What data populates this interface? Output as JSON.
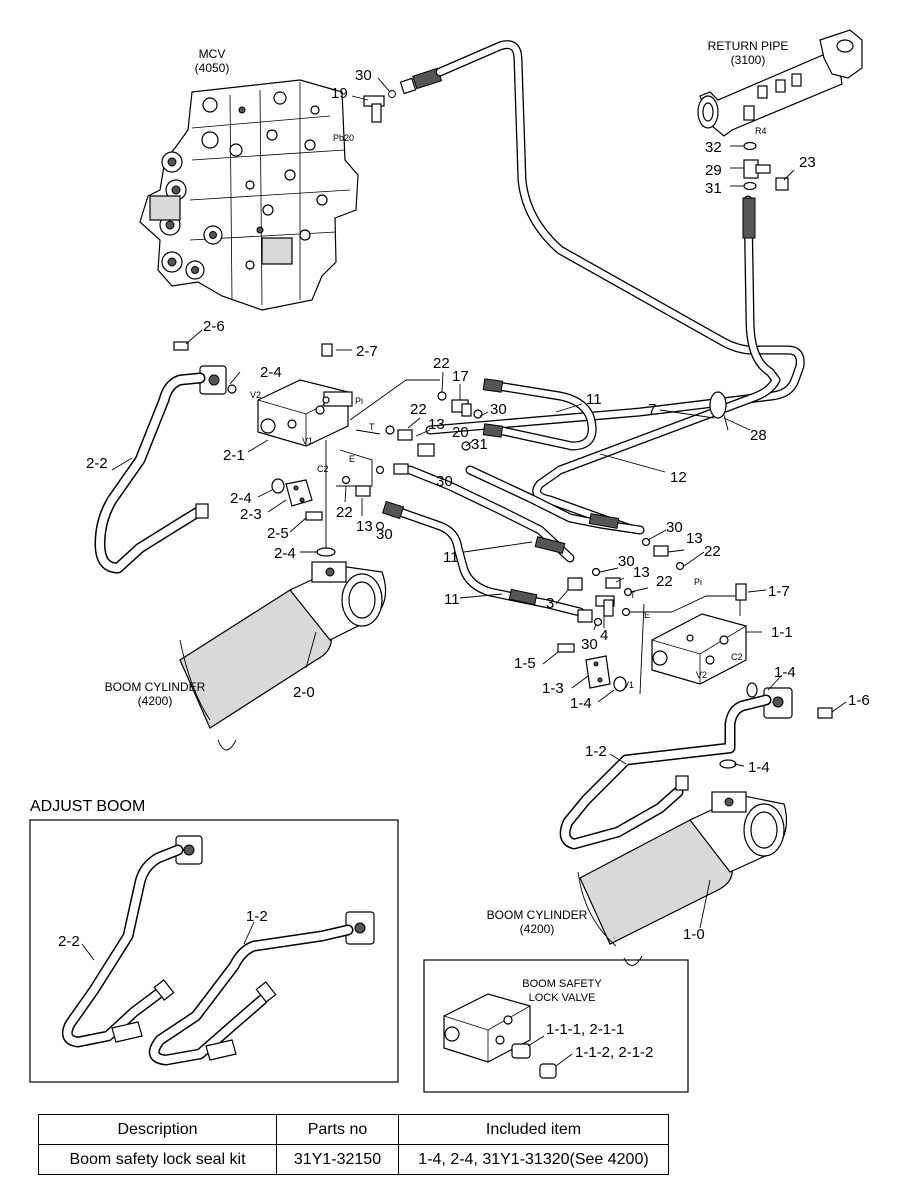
{
  "titles": {
    "mcv": "MCV",
    "mcv_ref": "(4050)",
    "return_pipe": "RETURN PIPE",
    "return_pipe_ref": "(3100)",
    "boom_cylinder_left": "BOOM CYLINDER",
    "boom_cylinder_left_ref": "(4200)",
    "boom_cylinder_right": "BOOM CYLINDER",
    "boom_cylinder_right_ref": "(4200)",
    "adjust_boom": "ADJUST BOOM",
    "safety_valve_line1": "BOOM SAFETY",
    "safety_valve_line2": "LOCK VALVE"
  },
  "ports": {
    "pb20": "Pb20",
    "r4": "R4",
    "v2_upper": "V2",
    "v1_upper": "V1",
    "pi_upper": "Pi",
    "t_upper": "T",
    "c2_upper": "C2",
    "e_upper": "E",
    "pi_lower": "Pi",
    "t_lower": "T",
    "e_lower": "E",
    "v1_lower": "V1",
    "c2_lower": "C2",
    "v2_lower": "V2"
  },
  "callouts": {
    "n30_mcv": "30",
    "n19": "19",
    "n32": "32",
    "n29": "29",
    "n23": "23",
    "n31_return": "31",
    "n2_6": "2-6",
    "n2_7": "2-7",
    "n2_4_top": "2-4",
    "n2_2": "2-2",
    "n2_1": "2-1",
    "n2_4_mid": "2-4",
    "n2_3": "2-3",
    "n2_5": "2-5",
    "n2_4_bot": "2-4",
    "n2_0": "2-0",
    "n22_a": "22",
    "n17": "17",
    "n11_a": "11",
    "n7": "7",
    "n28": "28",
    "n22_b": "22",
    "n30_a": "30",
    "n13_a": "13",
    "n20": "20",
    "n31_a": "31",
    "n12": "12",
    "n30_b": "30",
    "n22_c": "22",
    "n13_b": "13",
    "n30_c": "30",
    "n11_b": "11",
    "n30_d": "30",
    "n13_c": "13",
    "n22_d": "22",
    "n30_e": "30",
    "n13_d": "13",
    "n22_e": "22",
    "n11_c": "11",
    "n3": "3",
    "n4": "4",
    "n30_f": "30",
    "n1_7": "1-7",
    "n1_1": "1-1",
    "n1_5": "1-5",
    "n1_3": "1-3",
    "n1_4_left": "1-4",
    "n1_4_top": "1-4",
    "n1_6": "1-6",
    "n1_2": "1-2",
    "n1_4_low": "1-4",
    "n1_0": "1-0",
    "inset_2_2": "2-2",
    "inset_1_2": "1-2",
    "kit_1": "1-1-1, 2-1-1",
    "kit_2": "1-1-2, 2-1-2"
  },
  "table": {
    "headers": [
      "Description",
      "Parts no",
      "Included item"
    ],
    "rows": [
      [
        "Boom safety lock seal kit",
        "31Y1-32150",
        "1-4, 2-4, 31Y1-31320(See 4200)"
      ]
    ]
  }
}
